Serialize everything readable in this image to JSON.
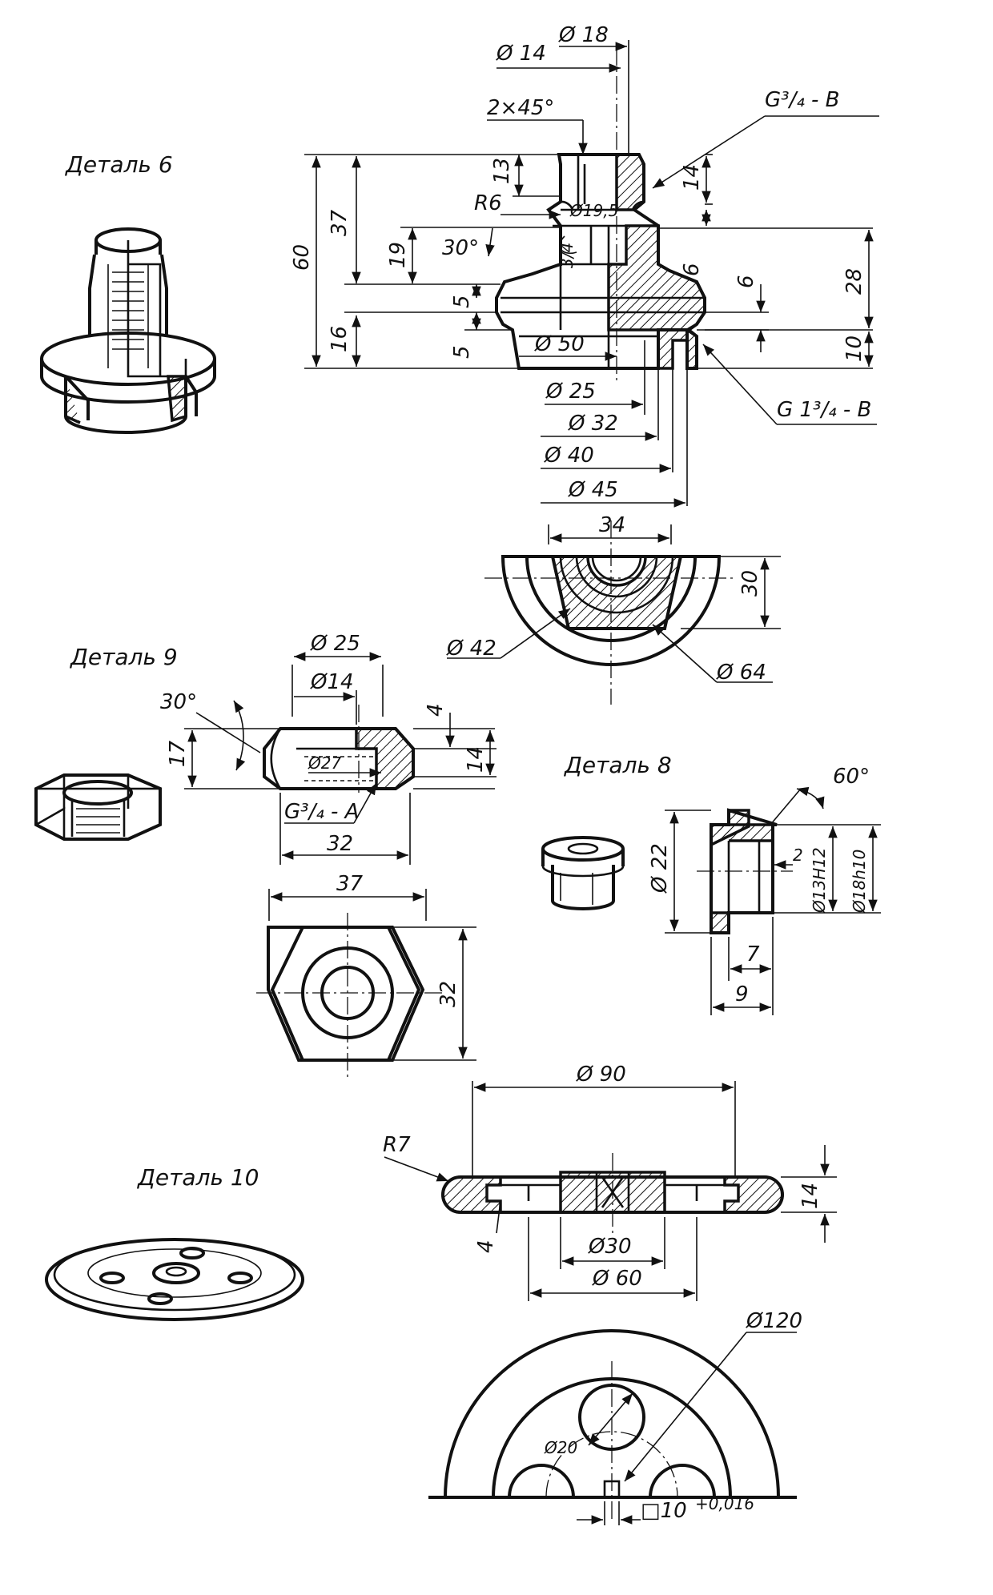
{
  "parts": {
    "p6": {
      "title": "Деталь 6",
      "dims": {
        "d14": "Ø 14",
        "d18": "Ø 18",
        "chamfer": "2×45°",
        "thread_top": "G³/₄ - B",
        "h13": "13",
        "h14": "14",
        "r6": "R6",
        "d195": "Ø19,5",
        "h37": "37",
        "h60": "60",
        "h19": "19",
        "a30": "30°",
        "t34": "3/4",
        "h6a": "6",
        "h6b": "6",
        "h28": "28",
        "h5a": "5",
        "h5b": "5",
        "h16": "16",
        "h10": "10",
        "d50": "Ø 50",
        "d25": "Ø 25",
        "d32": "Ø 32",
        "d40": "Ø 40",
        "d45": "Ø 45",
        "thread_bot": "G 1³/₄ - B",
        "w34": "34",
        "h30": "30",
        "d42": "Ø 42",
        "d64": "Ø 64"
      }
    },
    "p9": {
      "title": "Деталь 9",
      "dims": {
        "d25": "Ø 25",
        "d14": "Ø14",
        "a30": "30°",
        "h17": "17",
        "h4": "4",
        "h14": "14",
        "d27": "Ø27",
        "thread": "G³/₄ - A",
        "w32": "32",
        "w37": "37",
        "h32": "32"
      }
    },
    "p8": {
      "title": "Деталь 8",
      "dims": {
        "a60": "60°",
        "d22": "Ø 22",
        "h2": "2",
        "d13": "Ø13H12",
        "d18": "Ø18h10",
        "w7": "7",
        "w9": "9"
      }
    },
    "p10": {
      "title": "Деталь 10",
      "dims": {
        "d90": "Ø 90",
        "r7": "R7",
        "h14": "14",
        "h4": "4",
        "d30": "Ø30",
        "d60": "Ø 60",
        "d120": "Ø120",
        "d20": "Ø20",
        "sq": "□10",
        "tol": "+0,016"
      }
    }
  }
}
